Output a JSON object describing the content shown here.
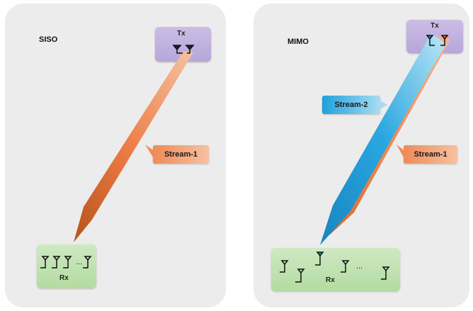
{
  "siso": {
    "title": "SISO",
    "tx_label": "Tx",
    "rx_label": "Rx",
    "stream_label": "Stream-1",
    "ellipsis": "..."
  },
  "mimo": {
    "title": "MIMO",
    "tx_label": "Tx",
    "rx_label": "Rx",
    "stream1_label": "Stream-1",
    "stream2_label": "Stream-2",
    "ellipsis": "..."
  },
  "colors": {
    "panel": "#ececec",
    "tx_box": "#b7a6da",
    "rx_box": "#b3dba1",
    "stream_orange": "#e86e35",
    "stream_blue": "#1b94d2"
  }
}
